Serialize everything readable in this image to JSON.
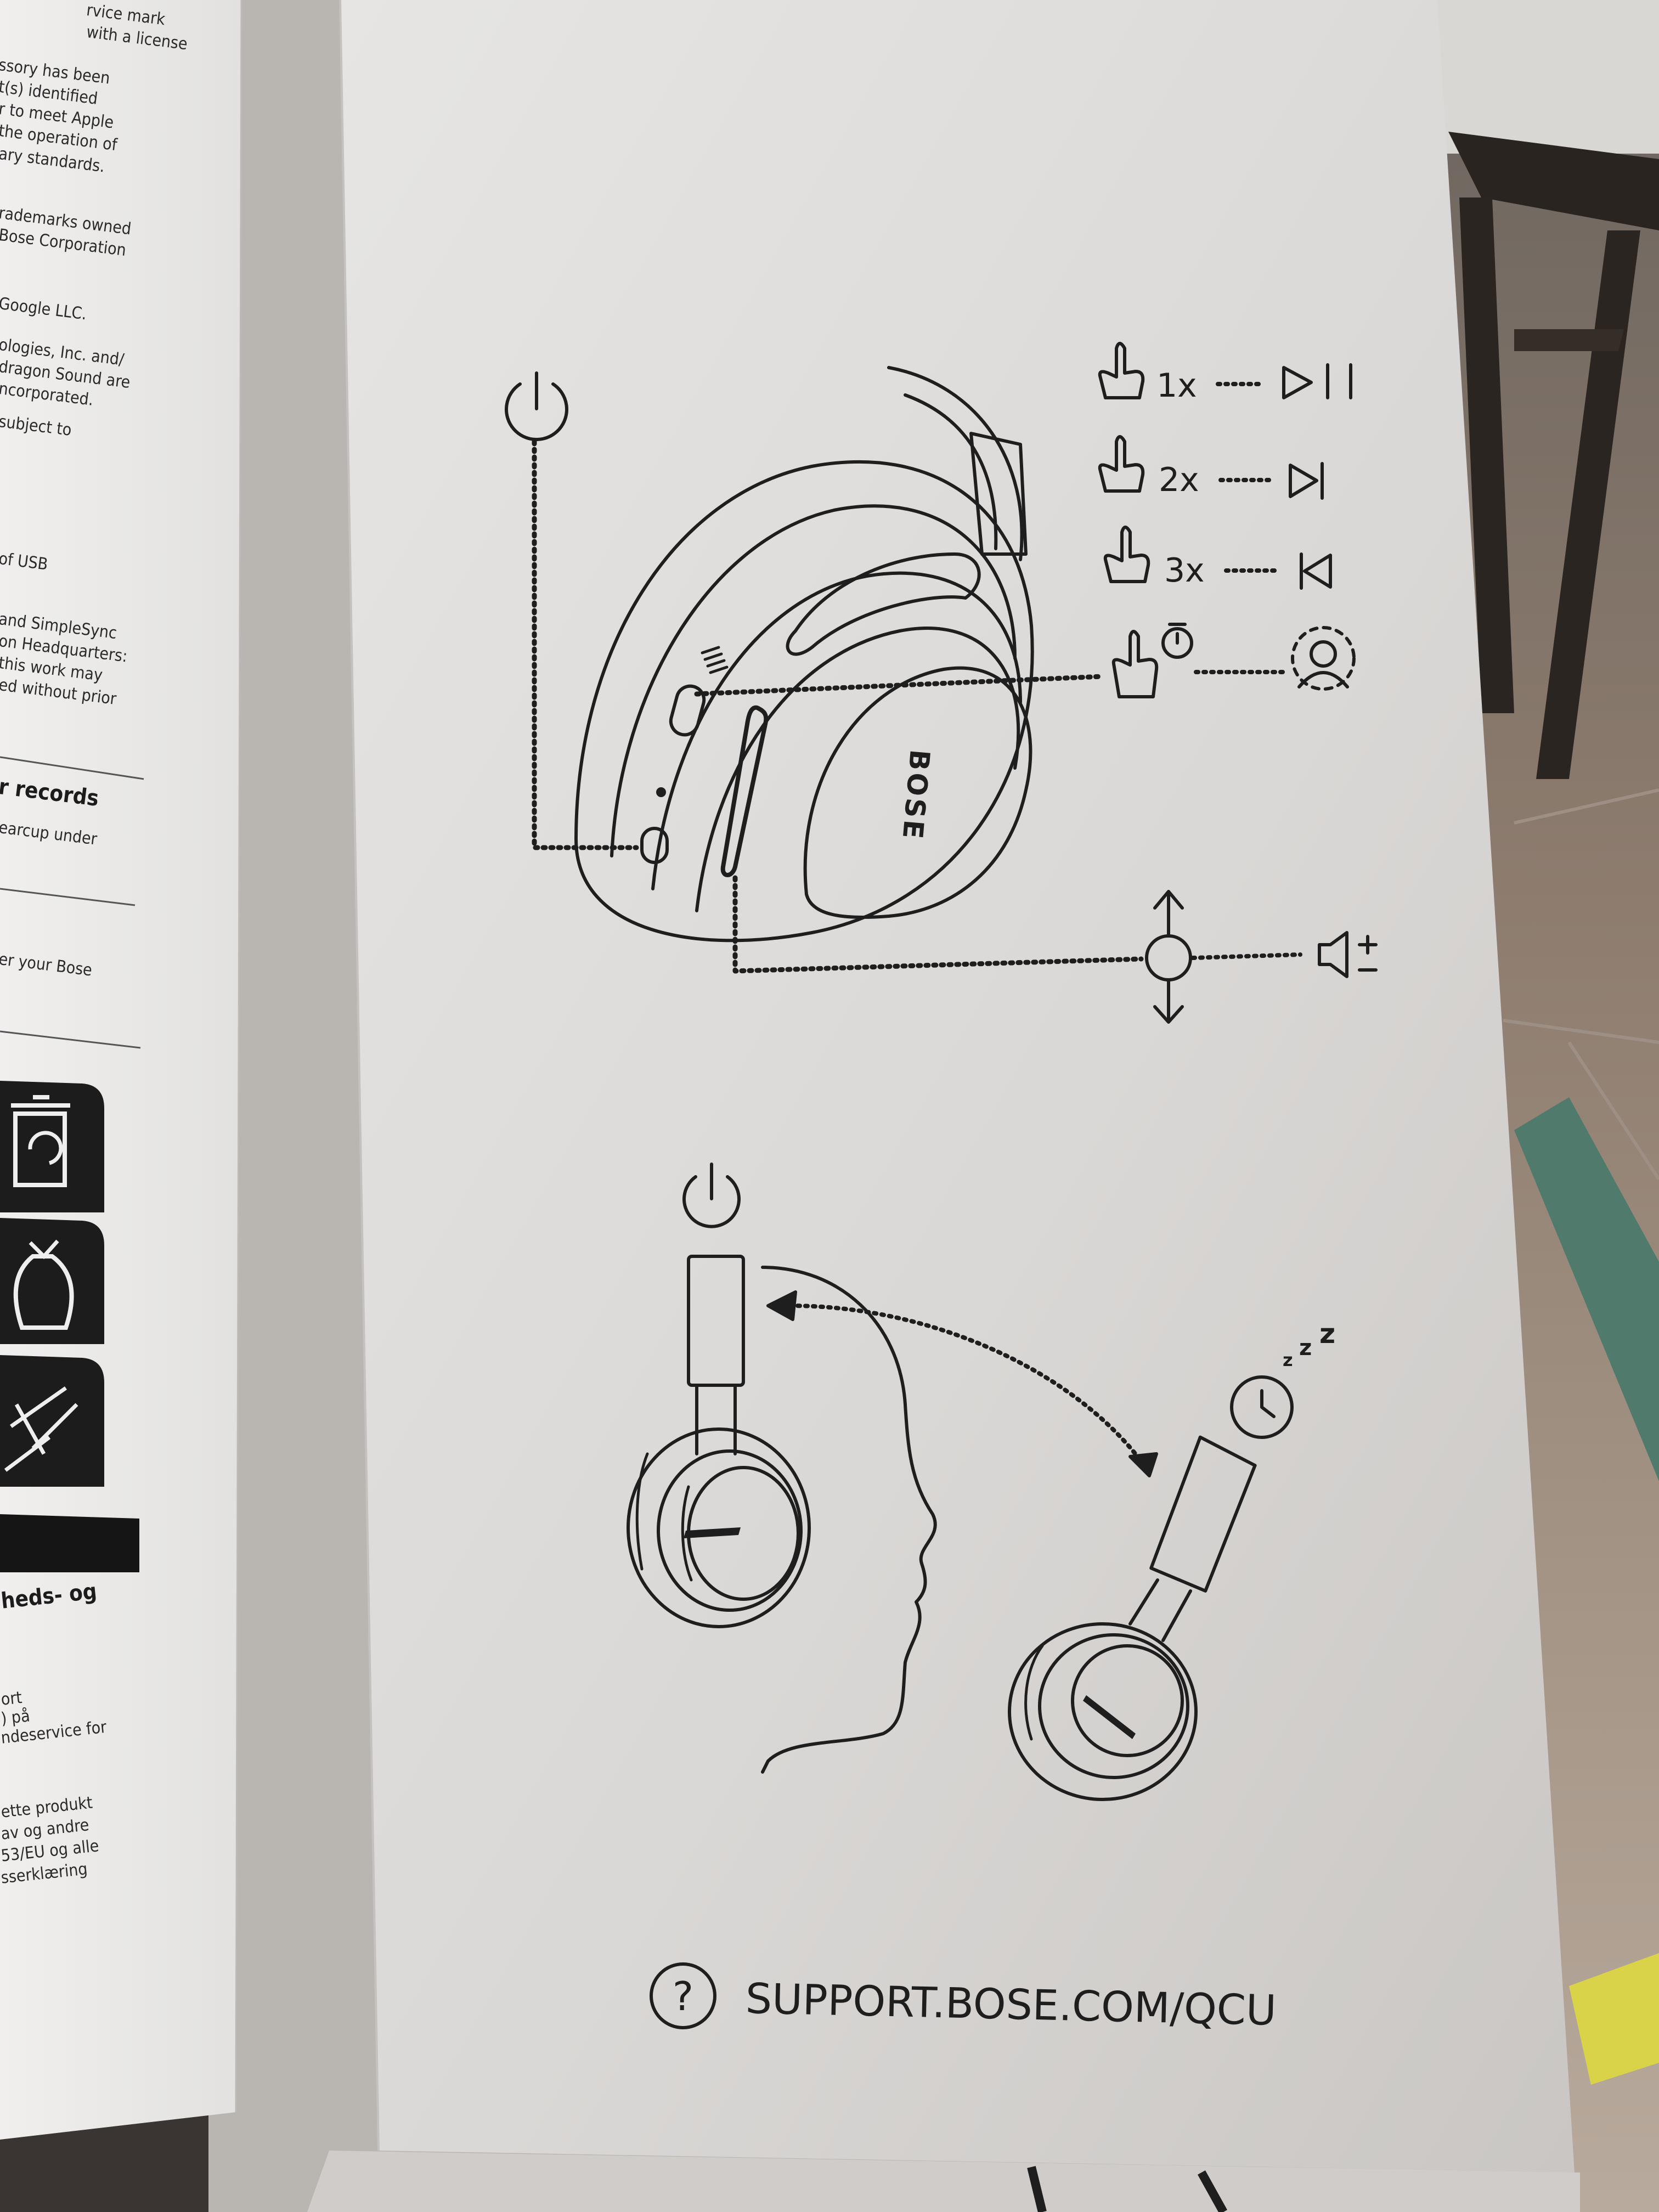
{
  "leaflet": {
    "lines": [
      "rvice mark",
      "with a license",
      "ssory has been",
      "t(s) identified",
      "r to meet Apple",
      "the operation of",
      "ary standards.",
      "rademarks owned",
      "Bose Corporation",
      "Google LLC.",
      "ologies, Inc. and/",
      "dragon Sound are",
      "ncorporated.",
      "subject to",
      "of USB",
      "and SimpleSync",
      "on Headquarters:",
      " this work may",
      "ed without prior",
      "r records",
      "earcup under",
      "er your Bose",
      "heds- og",
      "ort",
      ") på",
      "ndeservice for",
      "ette produkt",
      "av og andre",
      "53/EU og alle",
      "sserklæring"
    ]
  },
  "box": {
    "controls": [
      {
        "count": "1x",
        "action": "play-pause-icon"
      },
      {
        "count": "2x",
        "action": "skip-forward-icon"
      },
      {
        "count": "3x",
        "action": "skip-back-icon"
      }
    ],
    "earcup_brand": "BOSE",
    "support_url": "SUPPORT.BOSE.COM/QCU"
  },
  "icons": [
    "power-icon",
    "hand-tap-icon",
    "timer-icon",
    "assistant-icon",
    "volume-icon",
    "sleep-clock-icon",
    "question-icon",
    "recycle-bin-icon",
    "trash-bag-icon",
    "no-dump-icon"
  ],
  "colors": {
    "box": "#dcdad8",
    "ink": "#1e1e1e",
    "leaflet": "#ecebea"
  }
}
